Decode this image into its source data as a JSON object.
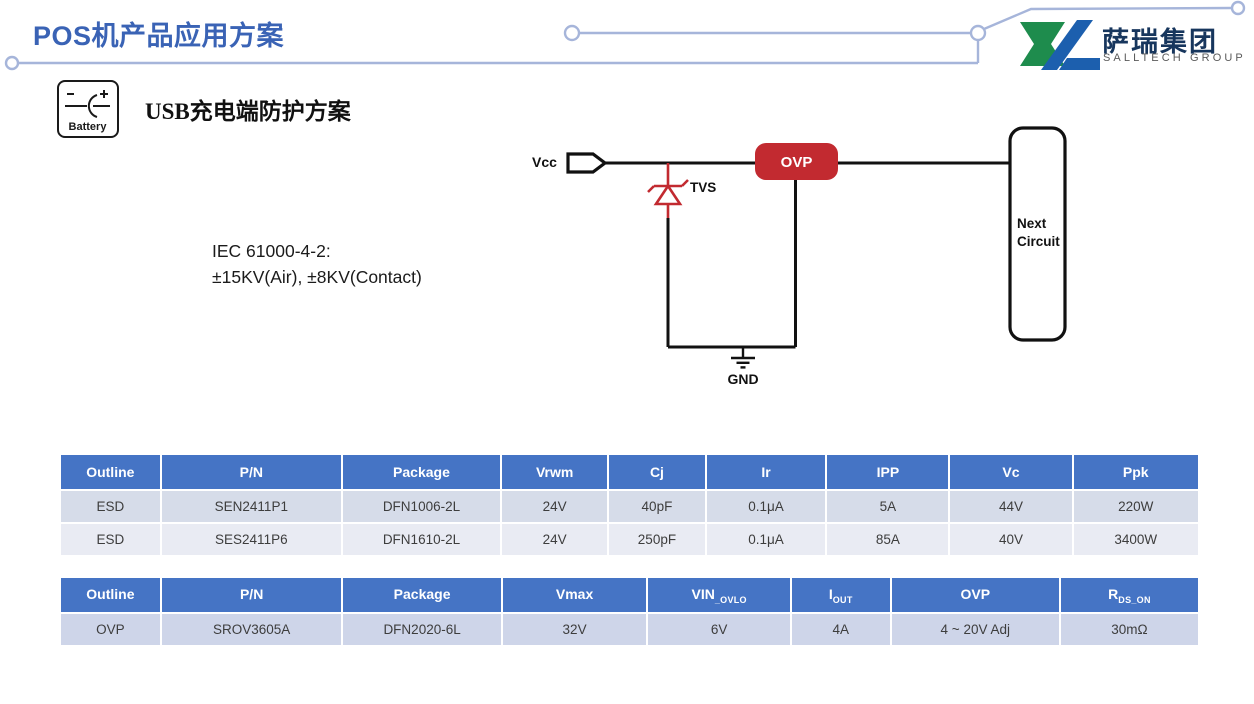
{
  "page": {
    "title": "POS机产品应用方案"
  },
  "logo": {
    "name": "萨瑞集团",
    "subtitle": "SALLTECH GROUP",
    "mark_green": "#1e8c4d",
    "mark_blue": "#1c5fae"
  },
  "section": {
    "icon_label": "Battery",
    "heading": "USB充电端防护方案"
  },
  "standards": {
    "line1": "IEC 61000-4-2:",
    "line2": "±15KV(Air), ±8KV(Contact)"
  },
  "circuit": {
    "vcc_label": "Vcc",
    "tvs_label": "TVS",
    "ovp_label": "OVP",
    "next_line1": "Next",
    "next_line2": "Circuit",
    "gnd_label": "GND",
    "wire_color": "#111111",
    "tvs_color": "#c22a30",
    "ovp_fill": "#c22a30"
  },
  "colors": {
    "title_blue": "#3a63b5",
    "decor_line": "#a6b5da",
    "table_header": "#4574c5",
    "row_shade_dark": "#d6dce9",
    "row_shade_light": "#e9ebf3",
    "row_shade_ovp": "#ced5e9"
  },
  "table1": {
    "headers": [
      "Outline",
      "P/N",
      "Package",
      "Vrwm",
      "Cj",
      "Ir",
      "IPP",
      "Vc",
      "Ppk"
    ],
    "rows": [
      [
        "ESD",
        "SEN2411P1",
        "DFN1006-2L",
        "24V",
        "40pF",
        "0.1μA",
        "5A",
        "44V",
        "220W"
      ],
      [
        "ESD",
        "SES2411P6",
        "DFN1610-2L",
        "24V",
        "250pF",
        "0.1μA",
        "85A",
        "40V",
        "3400W"
      ]
    ]
  },
  "table2": {
    "headers": [
      {
        "base": "Outline",
        "sub": ""
      },
      {
        "base": "P/N",
        "sub": ""
      },
      {
        "base": "Package",
        "sub": ""
      },
      {
        "base": "Vmax",
        "sub": ""
      },
      {
        "base": "VIN",
        "sub": "_OVLO"
      },
      {
        "base": "I",
        "sub": "OUT"
      },
      {
        "base": "OVP",
        "sub": ""
      },
      {
        "base": "R",
        "sub": "DS_ON"
      }
    ],
    "row": [
      "OVP",
      "SROV3605A",
      "DFN2020-6L",
      "32V",
      "6V",
      "4A",
      "4 ~ 20V Adj",
      "30mΩ"
    ]
  }
}
